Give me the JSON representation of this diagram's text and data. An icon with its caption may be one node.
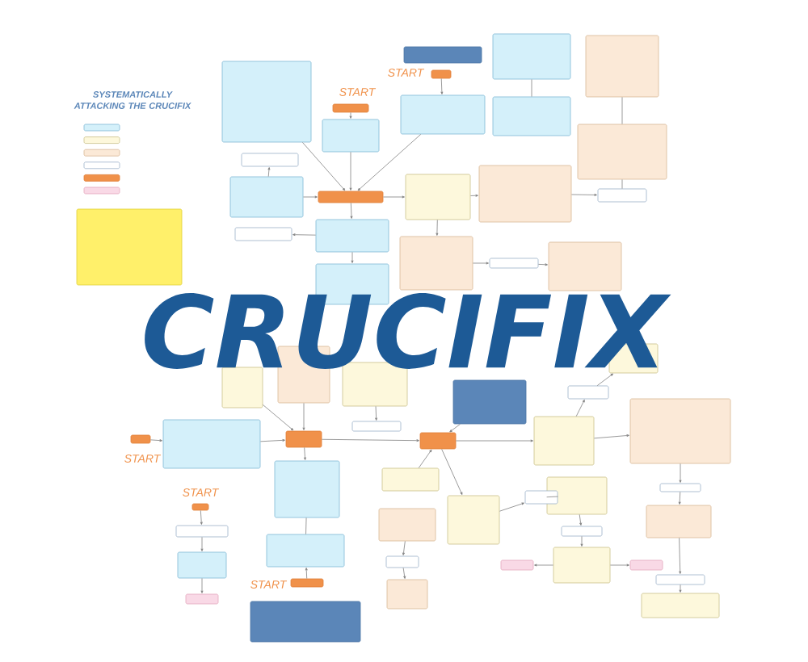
{
  "diagram": {
    "title": "CRUCIFIX",
    "nodes": [
      {
        "text": [],
        "shape": "box"
      },
      {
        "text": [],
        "shape": "box"
      },
      {
        "text": [],
        "shape": "box"
      },
      {
        "text": [],
        "shape": "box"
      },
      {
        "text": [],
        "shape": "box"
      },
      {
        "text": [],
        "shape": "box"
      },
      {
        "text": [],
        "shape": "box"
      },
      {
        "text": [],
        "shape": "box"
      },
      {
        "text": [],
        "shape": "box"
      },
      {
        "text": [],
        "shape": "box"
      },
      {
        "text": [],
        "shape": "box"
      },
      {
        "text": [],
        "shape": "box"
      },
      {
        "text": [],
        "shape": "box"
      },
      {
        "text": [],
        "shape": "box"
      },
      {
        "text": [],
        "shape": "box"
      },
      {
        "text": [],
        "shape": "box"
      },
      {
        "text": [],
        "shape": "box"
      },
      {
        "text": [],
        "shape": "box"
      },
      {
        "text": [],
        "shape": "box"
      },
      {
        "text": [],
        "shape": "box"
      },
      {
        "text": [],
        "shape": "box"
      },
      {
        "text": [],
        "shape": "box"
      },
      {
        "text": [],
        "shape": "box"
      },
      {
        "text": [],
        "shape": "box"
      },
      {
        "text": [],
        "shape": "box"
      },
      {
        "text": [],
        "shape": "box"
      },
      {
        "text": [],
        "shape": "box"
      },
      {
        "text": [],
        "shape": "box"
      },
      {
        "text": [],
        "shape": "box"
      },
      {
        "text": [],
        "shape": "box"
      },
      {
        "text": [],
        "shape": "box"
      },
      {
        "text": [],
        "shape": "box"
      },
      {
        "text": [],
        "shape": "box"
      },
      {
        "text": [],
        "shape": "box"
      },
      {
        "text": [],
        "shape": "box"
      },
      {
        "text": [],
        "shape": "box"
      },
      {
        "text": [],
        "shape": "box"
      },
      {
        "text": [],
        "shape": "box"
      },
      {
        "text": [],
        "shape": "box"
      },
      {
        "text": [],
        "shape": "box"
      },
      {
        "text": [],
        "shape": "box"
      },
      {
        "text": [],
        "shape": "box"
      },
      {
        "text": [],
        "shape": "box"
      },
      {
        "text": [],
        "shape": "box"
      },
      {
        "text": [],
        "shape": "box"
      },
      {
        "text": [],
        "shape": "box"
      },
      {
        "text": [],
        "shape": "box"
      },
      {
        "text": [],
        "shape": "box"
      },
      {
        "text": [],
        "shape": "box"
      },
      {
        "text": [],
        "shape": "box"
      },
      {
        "text": [],
        "shape": "box"
      },
      {
        "text": [],
        "shape": "box"
      },
      {
        "text": [],
        "shape": "box"
      },
      {
        "text": [],
        "shape": "box"
      },
      {
        "text": [],
        "shape": "box"
      },
      {
        "text": [],
        "shape": "box"
      },
      {
        "text": [],
        "shape": "box"
      },
      {
        "text": [],
        "shape": "box"
      },
      {
        "text": [],
        "shape": "box"
      }
    ],
    "edges": [
      {
        "from": 4,
        "to": 5,
        "arrow": "to"
      },
      {
        "from": 5,
        "to": 6,
        "arrow": "to"
      },
      {
        "from": 1,
        "to": 6,
        "arrow": "to"
      },
      {
        "from": 3,
        "to": 6,
        "arrow": "to"
      },
      {
        "from": 3,
        "to": 2,
        "arrow": "to"
      },
      {
        "from": 6,
        "to": 7,
        "arrow": "to"
      },
      {
        "from": 7,
        "to": 8,
        "arrow": "to"
      },
      {
        "from": 7,
        "to": 9,
        "arrow": "to"
      },
      {
        "from": 27,
        "to": 6,
        "arrow": "to"
      },
      {
        "from": 26,
        "to": 27,
        "arrow": "to"
      },
      {
        "from": 6,
        "to": 33,
        "arrow": "to"
      },
      {
        "from": 33,
        "to": 34,
        "arrow": "to"
      },
      {
        "from": 34,
        "to": 32,
        "arrow": "to"
      },
      {
        "from": 32,
        "to": 31,
        "arrow": "none"
      },
      {
        "from": 31,
        "to": 30,
        "arrow": "none"
      },
      {
        "from": 29,
        "to": 28,
        "arrow": "none"
      },
      {
        "from": 33,
        "to": 35,
        "arrow": "to"
      },
      {
        "from": 35,
        "to": 36,
        "arrow": "to"
      },
      {
        "from": 36,
        "to": 37,
        "arrow": "to"
      },
      {
        "from": 11,
        "to": 14,
        "arrow": "to"
      },
      {
        "from": 10,
        "to": 14,
        "arrow": "to"
      },
      {
        "from": 13,
        "to": 12,
        "arrow": "to"
      },
      {
        "from": 12,
        "to": 14,
        "arrow": "to"
      },
      {
        "from": 14,
        "to": 15,
        "arrow": "to"
      },
      {
        "from": 15,
        "to": 18,
        "arrow": "none"
      },
      {
        "from": 19,
        "to": 18,
        "arrow": "to"
      },
      {
        "from": 14,
        "to": 38,
        "arrow": "to"
      },
      {
        "from": 16,
        "to": 17,
        "arrow": "to"
      },
      {
        "from": 55,
        "to": 38,
        "arrow": "to"
      },
      {
        "from": 56,
        "to": 57,
        "arrow": "to"
      },
      {
        "from": 57,
        "to": 58,
        "arrow": "to"
      },
      {
        "from": 39,
        "to": 38,
        "arrow": "to"
      },
      {
        "from": 38,
        "to": 48,
        "arrow": "to"
      },
      {
        "from": 38,
        "to": 40,
        "arrow": "to"
      },
      {
        "from": 48,
        "to": 47,
        "arrow": "to"
      },
      {
        "from": 47,
        "to": 46,
        "arrow": "none"
      },
      {
        "from": 46,
        "to": 49,
        "arrow": "to"
      },
      {
        "from": 49,
        "to": 50,
        "arrow": "to"
      },
      {
        "from": 50,
        "to": 51,
        "arrow": "to"
      },
      {
        "from": 50,
        "to": 52,
        "arrow": "to"
      },
      {
        "from": 40,
        "to": 41,
        "arrow": "to"
      },
      {
        "from": 41,
        "to": 42,
        "arrow": "to"
      },
      {
        "from": 40,
        "to": 43,
        "arrow": "to"
      },
      {
        "from": 43,
        "to": 44,
        "arrow": "to"
      },
      {
        "from": 44,
        "to": 45,
        "arrow": "to"
      },
      {
        "from": 45,
        "to": 53,
        "arrow": "to"
      },
      {
        "from": 53,
        "to": 54,
        "arrow": "to"
      },
      {
        "from": 21,
        "to": 22,
        "arrow": "to"
      },
      {
        "from": 22,
        "to": 23,
        "arrow": "to"
      },
      {
        "from": 23,
        "to": 24,
        "arrow": "to"
      }
    ],
    "labels": [
      "SYSTEMATICALLY ATTACKING THE CRUCIFIX",
      "START",
      "START",
      "START",
      "START",
      "START"
    ]
  }
}
